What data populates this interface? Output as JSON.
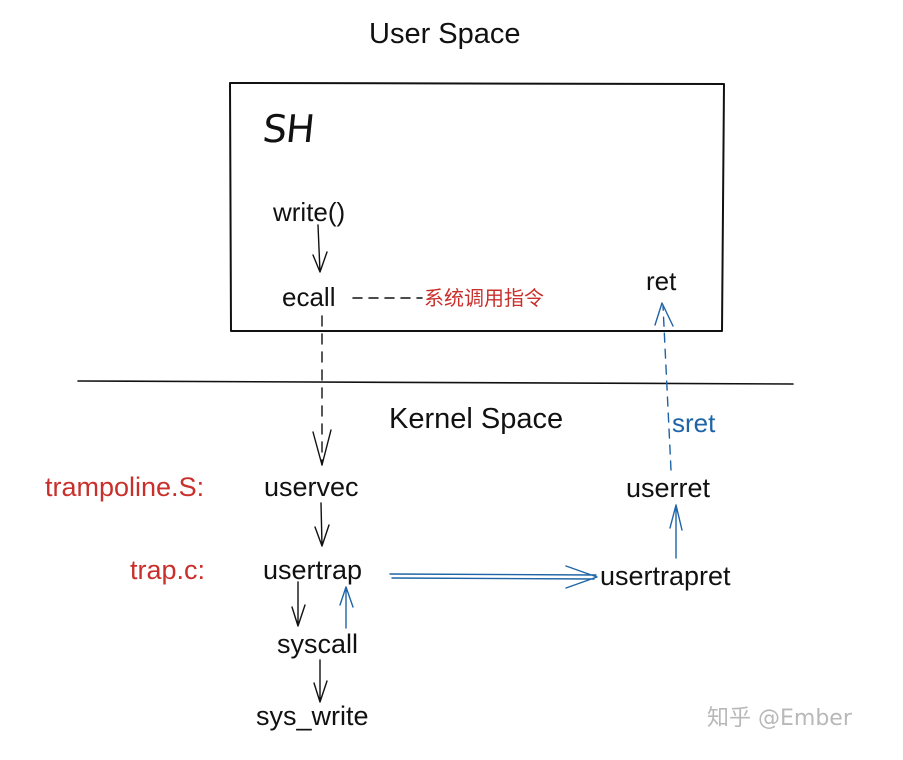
{
  "diagram": {
    "user_space_label": "User Space",
    "kernel_space_label": "Kernel Space",
    "sh_label": "SH",
    "write_label": "write()",
    "ecall_label": "ecall",
    "ecall_annotation": "系统调用指令",
    "ret_label": "ret",
    "sret_label": "sret",
    "trampoline_file": "trampoline.S:",
    "trap_file": "trap.c:",
    "uservec_label": "uservec",
    "usertrap_label": "usertrap",
    "syscall_label": "syscall",
    "sys_write_label": "sys_write",
    "userret_label": "userret",
    "usertrapret_label": "usertrapret",
    "watermark": "知乎 @Ember"
  },
  "colors": {
    "text": "#111111",
    "annotation_red": "#c9302c",
    "return_path_blue": "#1e64a6",
    "watermark_grey": "#b8b8b8"
  }
}
